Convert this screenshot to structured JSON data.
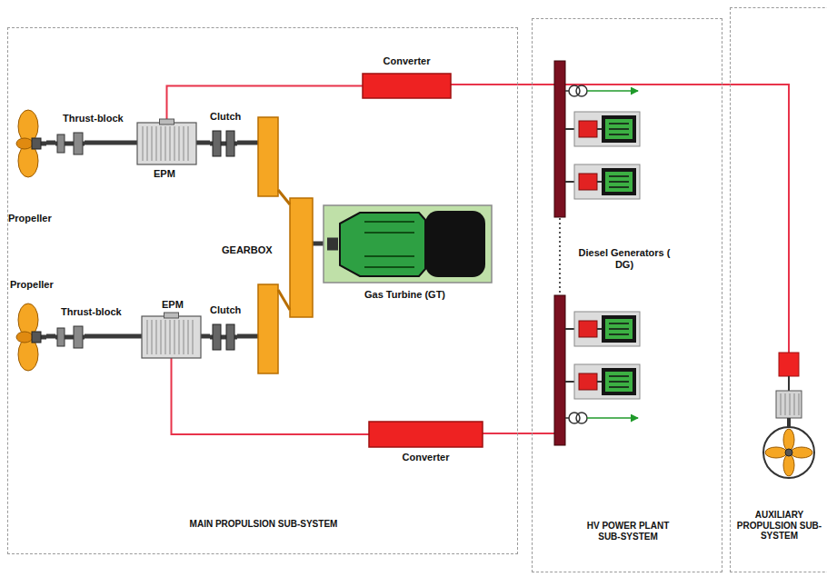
{
  "diagram": {
    "nodes": [
      {
        "text": [
          "MAIN PROPULSION SUB-SYSTEM"
        ]
      },
      {
        "text": [
          "Converter"
        ],
        "in": 0
      },
      {
        "text": [
          "Propeller"
        ],
        "in": 0
      },
      {
        "text": [
          "Thrust-block"
        ],
        "in": 0
      },
      {
        "text": [
          "EPM"
        ],
        "in": 0
      },
      {
        "text": [
          "Clutch"
        ],
        "in": 0
      },
      {
        "text": [
          "GEARBOX"
        ],
        "in": 0
      },
      {
        "text": [
          "Gas Turbine (GT)"
        ],
        "in": 0
      },
      {
        "text": [
          "Propeller"
        ],
        "in": 0
      },
      {
        "text": [
          "Thrust-block"
        ],
        "in": 0
      },
      {
        "text": [
          "EPM"
        ],
        "in": 0
      },
      {
        "text": [
          "Clutch"
        ],
        "in": 0
      },
      {
        "text": [
          "Converter"
        ],
        "in": 0
      },
      {
        "text": [
          "HV POWER PLANT SUB-SYSTEM"
        ]
      },
      {
        "text": [
          "AUXILIARY PROPULSION SUB-SYSTEM"
        ]
      }
    ],
    "edges": [
      {
        "from": 2,
        "to": 3,
        "arrow": "none"
      },
      {
        "from": 3,
        "to": 4,
        "arrow": "none"
      },
      {
        "from": 4,
        "to": 5,
        "arrow": "none"
      },
      {
        "from": 5,
        "to": 6,
        "arrow": "none"
      },
      {
        "from": 6,
        "to": 7,
        "arrow": "none"
      },
      {
        "from": 8,
        "to": 9,
        "arrow": "none"
      },
      {
        "from": 9,
        "to": 10,
        "arrow": "none"
      },
      {
        "from": 10,
        "to": 11,
        "arrow": "none"
      },
      {
        "from": 11,
        "to": 6,
        "arrow": "none"
      },
      {
        "from": 4,
        "to": 1,
        "arrow": "none"
      },
      {
        "from": 10,
        "to": 12,
        "arrow": "none"
      }
    ],
    "labels": [
      "Diesel Generators ( DG)"
    ]
  }
}
